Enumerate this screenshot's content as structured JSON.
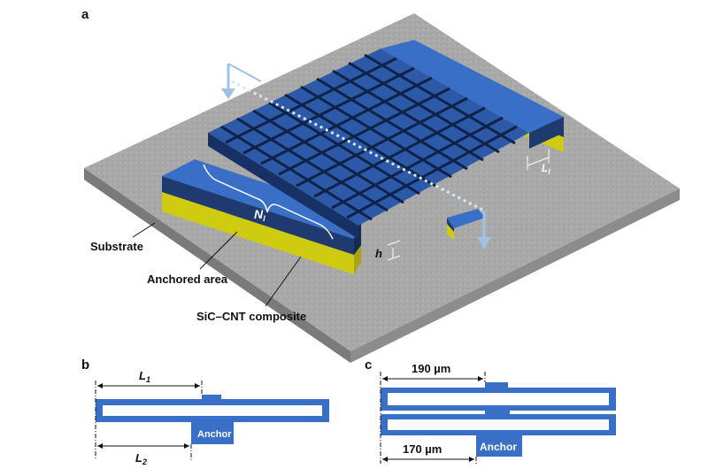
{
  "panels": {
    "a": "a",
    "b": "b",
    "c": "c"
  },
  "labels": {
    "substrate": "Substrate",
    "anchored_area": "Anchored area",
    "composite": "SiC–CNT composite",
    "nl": "N",
    "nl_sub": "l",
    "ll": "L",
    "ll_sub": "l",
    "h": "h"
  },
  "panel_b": {
    "l1": "L",
    "l1_sub": "1",
    "l2": "L",
    "l2_sub": "2",
    "anchor": "Anchor"
  },
  "panel_c": {
    "dim_top": "190 µm",
    "dim_bottom": "170 µm",
    "anchor": "Anchor"
  },
  "colors": {
    "device_blue": "#3a6fc8",
    "device_dark": "#1f3d78",
    "anchor_yellow": "#d6d21a",
    "substrate": "#a8a8a8",
    "arrow": "#9cc2e6"
  }
}
